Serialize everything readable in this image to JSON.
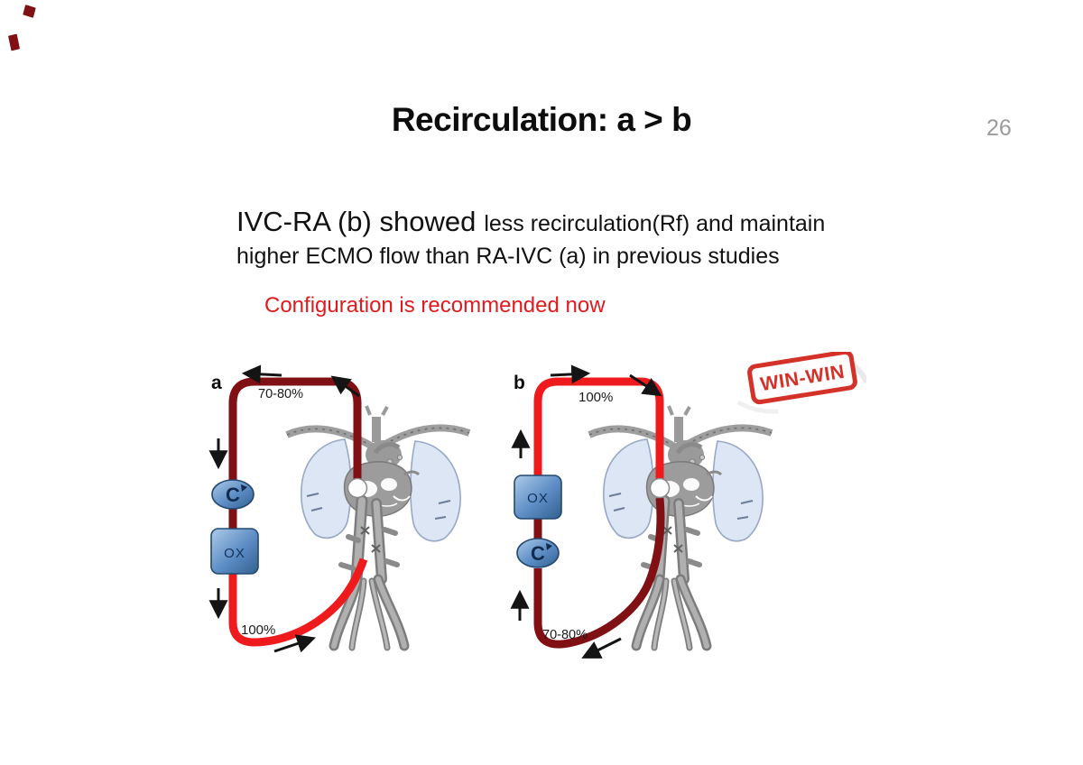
{
  "slide": {
    "page_number": "26",
    "title": "Recirculation: a > b",
    "body": {
      "lead": "IVC-RA (b) showed",
      "rest_line1": "less recirculation(Rf) and maintain",
      "line2": "higher ECMO flow than RA-IVC (a) in previous studies",
      "highlight": "Configuration is recommended now"
    }
  },
  "figure": {
    "diagram_a": {
      "label": "a",
      "top_flow_pct": "70-80%",
      "bottom_flow_pct": "100%",
      "pump_label": "C",
      "oxygenator_label": "OX"
    },
    "diagram_b": {
      "label": "b",
      "top_flow_pct": "100%",
      "bottom_flow_pct": "70-80%",
      "pump_label": "C",
      "oxygenator_label": "OX"
    },
    "stamp": {
      "text": "WIN-WIN"
    }
  },
  "colors": {
    "venous_dark_red": "#801014",
    "arterial_bright_red": "#ee1a1c",
    "stamp_red": "#d2281e",
    "highlight_red": "#e01b1e",
    "device_blue": "#3a6ea5",
    "device_blue_light": "#aecbe8",
    "device_border": "#24486f",
    "lung_blue": "#dce6f4",
    "vessel_gray": "#a6a6a6",
    "page_number_gray": "#9b9b9b"
  }
}
